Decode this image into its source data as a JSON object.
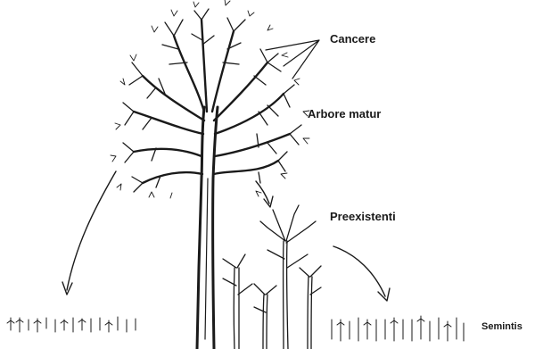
{
  "labels": {
    "cancere": "Cancere",
    "arbore_matur": "Arbore matur",
    "preexistenti": "Preexistenti",
    "semintis": "Semintis"
  },
  "colors": {
    "ink": "#1a1a1a",
    "background": "#ffffff"
  }
}
